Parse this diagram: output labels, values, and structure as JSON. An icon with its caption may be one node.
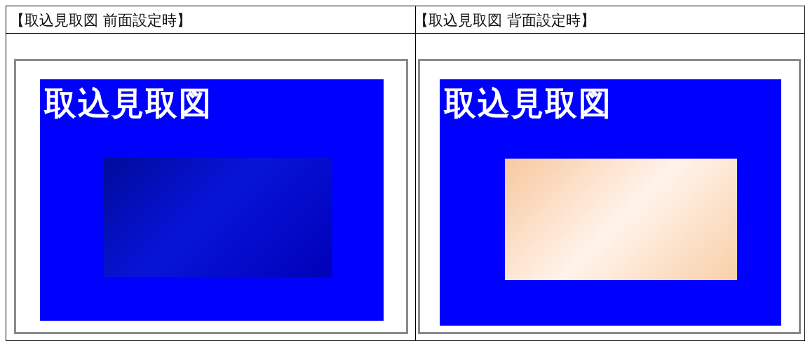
{
  "diagram": {
    "labels": [
      "【取込見取図 前面設定時】",
      "【取込見取図 背面設定時】",
      "取込見取図",
      "取込見取図"
    ]
  }
}
